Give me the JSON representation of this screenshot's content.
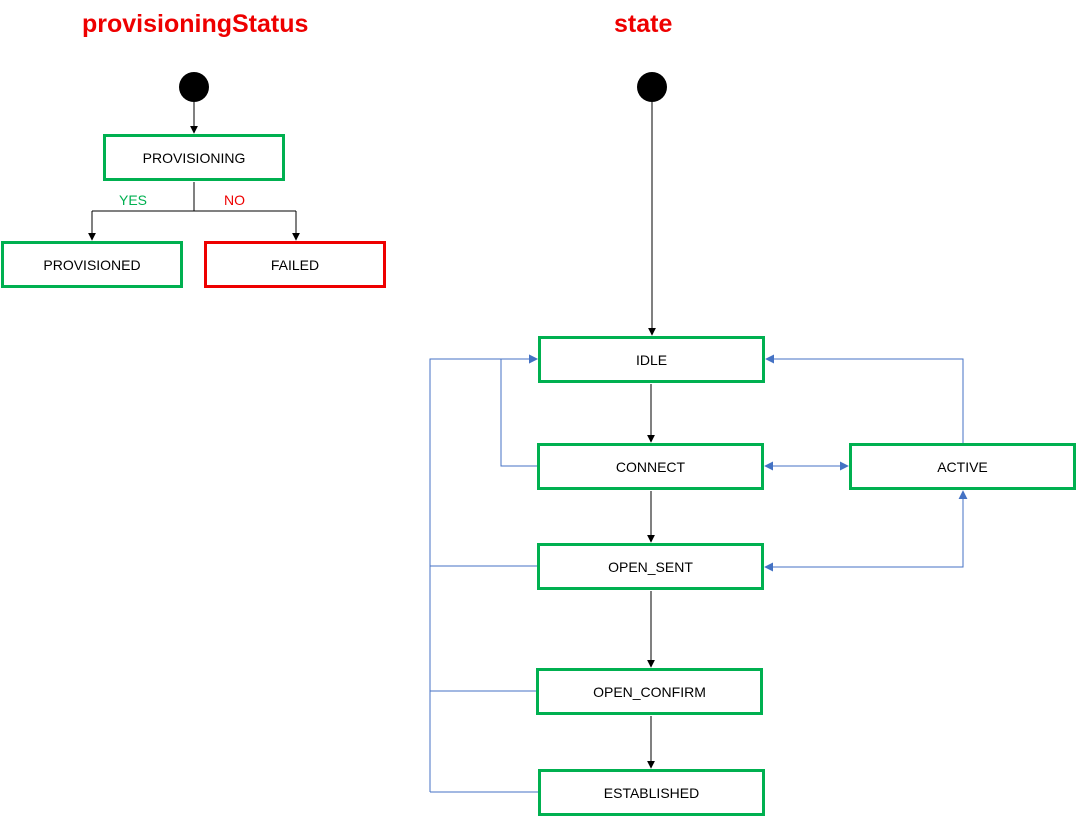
{
  "titles": {
    "left": "provisioningStatus",
    "right": "state"
  },
  "provisioning_diagram": {
    "states": {
      "provisioning": "PROVISIONING",
      "provisioned": "PROVISIONED",
      "failed": "FAILED"
    },
    "branch_labels": {
      "yes": "YES",
      "no": "NO"
    }
  },
  "state_diagram": {
    "states": {
      "idle": "IDLE",
      "connect": "CONNECT",
      "active": "ACTIVE",
      "open_sent": "OPEN_SENT",
      "open_confirm": "OPEN_CONFIRM",
      "established": "ESTABLISHED"
    }
  },
  "colors": {
    "title": "#ee0000",
    "state_border": "#00b050",
    "failed_border": "#ee0000",
    "yes_label": "#00b050",
    "no_label": "#ee0000",
    "main_arrow": "#000000",
    "return_arrow": "#4472c4"
  }
}
